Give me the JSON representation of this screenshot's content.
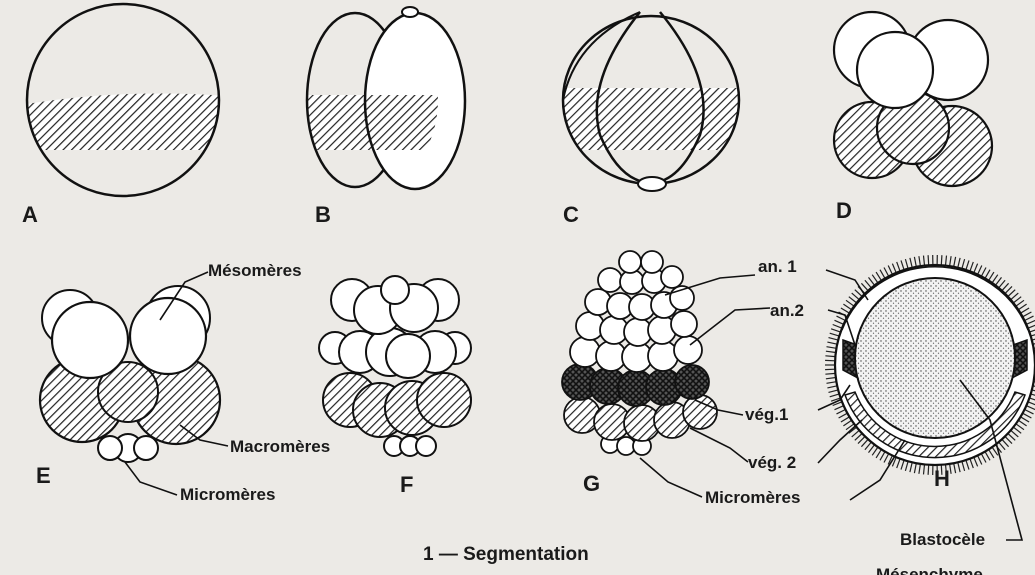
{
  "stages": {
    "a": "A",
    "b": "B",
    "c": "C",
    "d": "D",
    "e": "E",
    "f": "F",
    "g": "G",
    "h": "H"
  },
  "labels": {
    "mesomeres": "Mésomères",
    "macromeres": "Macromères",
    "micromeres_e": "Micromères",
    "micromeres_g": "Micromères",
    "an1": "an. 1",
    "an2": "an.2",
    "veg1": "vég.1",
    "veg2": "vég. 2",
    "blastocele": "Blastocèle",
    "mesenchyme_partial": "Mésenchyme"
  },
  "caption": "1 — Segmentation"
}
